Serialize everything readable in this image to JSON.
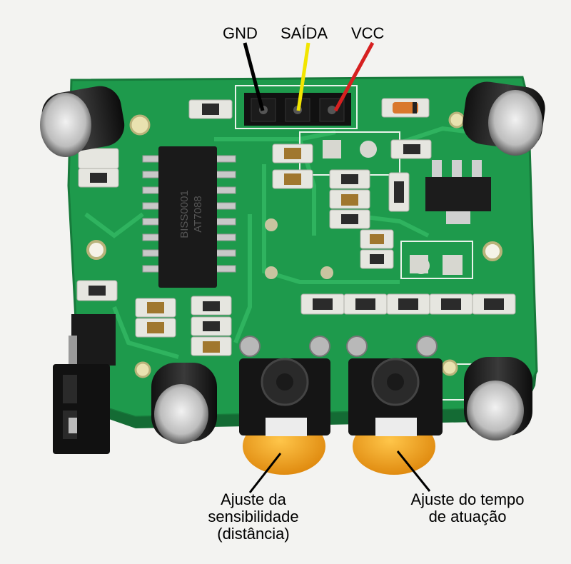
{
  "labels": {
    "gnd": "GND",
    "saida": "SAÍDA",
    "vcc": "VCC",
    "sensitivity": [
      "Ajuste da",
      "sensibilidade",
      "(distância)"
    ],
    "time": [
      "Ajuste do tempo",
      "de atuação"
    ]
  },
  "chip_text": [
    "BISS0001",
    "AT7088"
  ],
  "colors": {
    "background": "#f3f3f1",
    "pcb": "#1e9a4c",
    "pcb_silk": "#e8f3ea",
    "gnd_line": "#000000",
    "saida_line": "#f2e500",
    "vcc_line": "#d62020",
    "potentiometer_knob": "#f0a81c"
  }
}
